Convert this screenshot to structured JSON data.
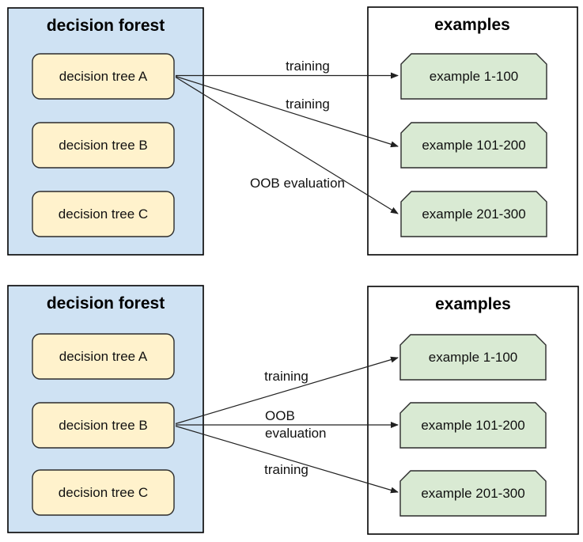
{
  "diagram": {
    "colors": {
      "forest_fill": "#cfe2f3",
      "tree_fill": "#fff2cc",
      "examples_fill": "#ffffff",
      "example_fill": "#d9ead3",
      "arrow": "#212121"
    },
    "panels": [
      {
        "name": "top",
        "forest": {
          "title": "decision forest",
          "trees": [
            "decision tree A",
            "decision tree B",
            "decision tree C"
          ]
        },
        "examples": {
          "title": "examples",
          "items": [
            "example 1-100",
            "example 101-200",
            "example 201-300"
          ]
        },
        "arrows": [
          {
            "source": "decision tree A",
            "target": "example 1-100",
            "label": "training"
          },
          {
            "source": "decision tree A",
            "target": "example 101-200",
            "label": "training"
          },
          {
            "source": "decision tree A",
            "target": "example 201-300",
            "label": "OOB evaluation"
          }
        ]
      },
      {
        "name": "bottom",
        "forest": {
          "title": "decision forest",
          "trees": [
            "decision tree A",
            "decision tree B",
            "decision tree C"
          ]
        },
        "examples": {
          "title": "examples",
          "items": [
            "example 1-100",
            "example 101-200",
            "example 201-300"
          ]
        },
        "arrows": [
          {
            "source": "decision tree B",
            "target": "example 1-100",
            "label": "training"
          },
          {
            "source": "decision tree B",
            "target": "example 101-200",
            "label": "OOB evaluation",
            "label_lines": [
              "OOB",
              "evaluation"
            ]
          },
          {
            "source": "decision tree B",
            "target": "example 201-300",
            "label": "training"
          }
        ]
      }
    ]
  }
}
